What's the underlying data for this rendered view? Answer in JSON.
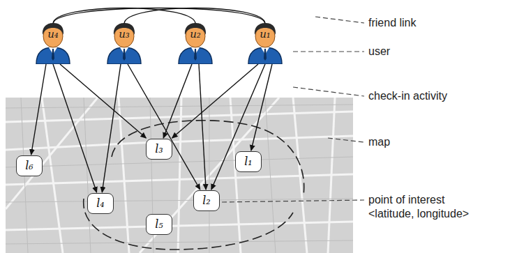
{
  "diagram": {
    "nodes": [
      {
        "text": [
          "u₄"
        ]
      },
      {
        "text": [
          "u₃"
        ]
      },
      {
        "text": [
          "u₂"
        ]
      },
      {
        "text": [
          "u₁"
        ]
      },
      {
        "text": [
          "l₆"
        ]
      },
      {
        "text": [
          "l₃"
        ]
      },
      {
        "text": [
          "l₁"
        ]
      },
      {
        "text": [
          "l₄"
        ]
      },
      {
        "text": [
          "l₂"
        ]
      },
      {
        "text": [
          "l₅"
        ]
      }
    ],
    "edges": [
      {
        "from": 0,
        "to": 3,
        "arrow": "none"
      },
      {
        "from": 0,
        "to": 2,
        "arrow": "none"
      },
      {
        "from": 1,
        "to": 3,
        "arrow": "none"
      },
      {
        "from": 0,
        "to": 4,
        "arrow": "to"
      },
      {
        "from": 0,
        "to": 7,
        "arrow": "to"
      },
      {
        "from": 0,
        "to": 5,
        "arrow": "to"
      },
      {
        "from": 1,
        "to": 7,
        "arrow": "to"
      },
      {
        "from": 1,
        "to": 8,
        "arrow": "to"
      },
      {
        "from": 2,
        "to": 5,
        "arrow": "to"
      },
      {
        "from": 2,
        "to": 8,
        "arrow": "to"
      },
      {
        "from": 3,
        "to": 5,
        "arrow": "to"
      },
      {
        "from": 3,
        "to": 8,
        "arrow": "to"
      },
      {
        "from": 3,
        "to": 6,
        "arrow": "to"
      }
    ],
    "labels": [
      "friend link",
      "user",
      "check-in activity",
      "map",
      "point of interest",
      "<latitude, longitude>"
    ]
  }
}
